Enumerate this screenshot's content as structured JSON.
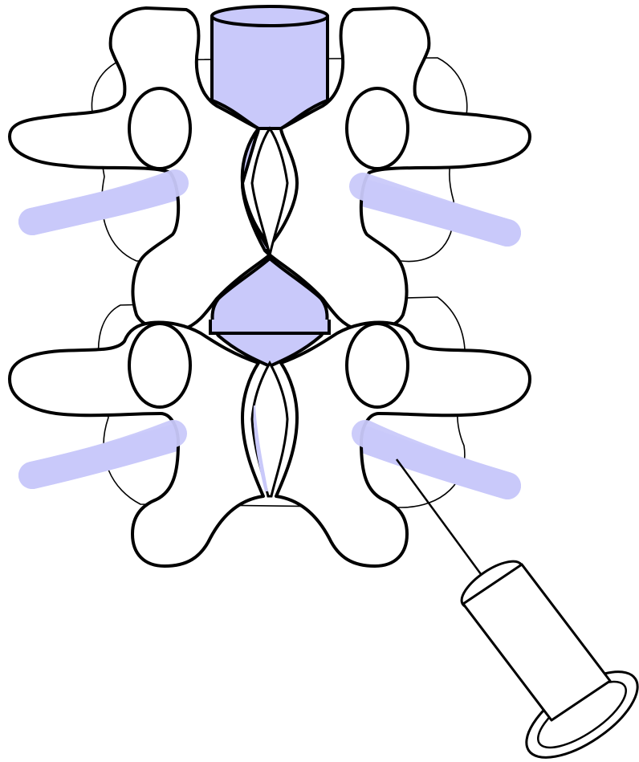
{
  "diagram": {
    "subject": "lumbar-spine-posterior-view-nerve-root-injection",
    "vertebrae_count": 2,
    "nerve_roots_count": 4,
    "injection_target": "right-lower-nerve-root",
    "colors": {
      "highlight": "#c9c9fa",
      "outline": "#000000",
      "background": "#ffffff"
    }
  }
}
